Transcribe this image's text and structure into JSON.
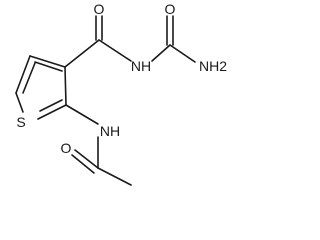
{
  "atoms": {
    "o_amide_top": "O",
    "o_urea_top": "O",
    "nh_imide": "NH",
    "nh2": "NH2",
    "s_ring": "S",
    "nh_acetamide": "NH",
    "o_acetyl": "O"
  }
}
